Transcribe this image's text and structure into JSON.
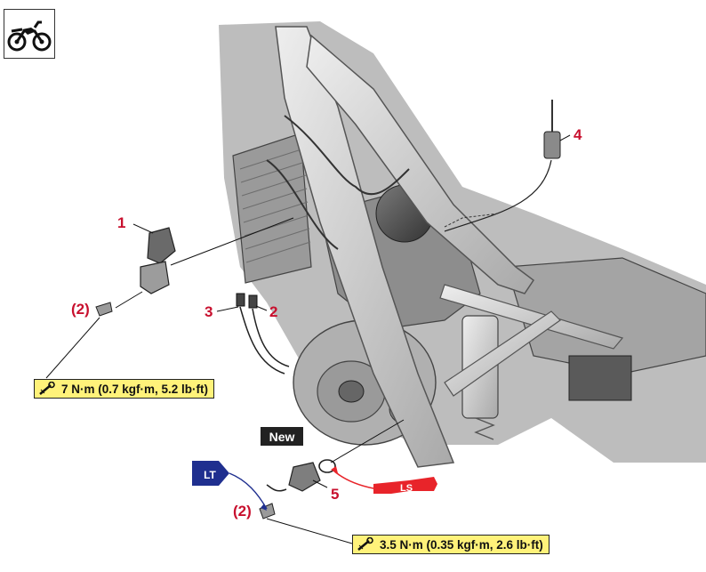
{
  "icon_box": {
    "icon": "motorcycle-icon"
  },
  "callouts": {
    "c1": "1",
    "c2": "2",
    "c3": "3",
    "c4": "4",
    "c5": "5",
    "qty_upper": "(2)",
    "qty_lower": "(2)"
  },
  "torque_upper": {
    "text": "7 N·m (0.7 kgf·m, 5.2 lb·ft)",
    "icon": "torque-wrench-icon"
  },
  "torque_lower": {
    "text": "3.5 N·m (0.35 kgf·m, 2.6 lb·ft)",
    "icon": "torque-wrench-icon"
  },
  "new_badge": "New",
  "lt_symbol": "LT",
  "ls_symbol": "LS",
  "colors": {
    "callout": "#c8102e",
    "torque_box": "#fff27a",
    "lt_blue": "#1f2f8f",
    "ls_red": "#e8242a",
    "frame": "#c9c9c9"
  }
}
